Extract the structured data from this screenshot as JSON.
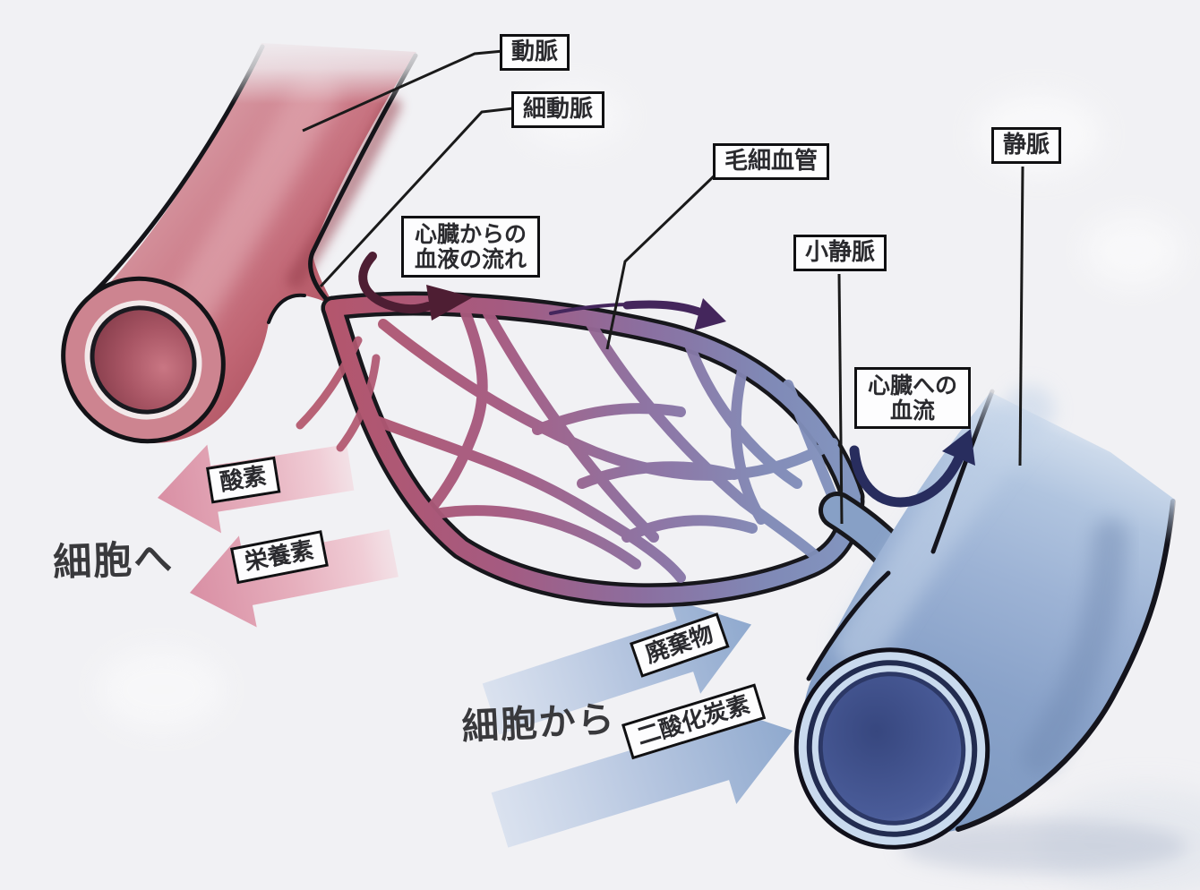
{
  "diagram": {
    "vessel_labels": {
      "artery": "動脈",
      "arteriole": "細動脈",
      "capillary": "毛細血管",
      "venule": "小静脈",
      "vein": "静脈"
    },
    "flow_labels": {
      "from_heart": {
        "line1": "心臓からの",
        "line2": "血液の流れ"
      },
      "to_heart": {
        "line1": "心臓への",
        "line2": "血流"
      }
    },
    "exchange_labels": {
      "to_cells": "細胞へ",
      "from_cells": "細胞から",
      "oxygen": "酸素",
      "nutrients": "栄養素",
      "waste": "廃棄物",
      "carbon_dioxide": "二酸化炭素"
    },
    "colors": {
      "background": "#f1f1f4",
      "artery": "#c6707d",
      "vein": "#8ba5c7",
      "capillary_red": "#b4566c",
      "capillary_purple": "#8b6fa0",
      "capillary_blue": "#8399c2",
      "flow_arrow_dark_red": "#4e1e33",
      "flow_arrow_dark_purple": "#44265c",
      "flow_arrow_navy": "#282d5e",
      "exchange_arrow_pink": "#dd9aac",
      "exchange_arrow_blue": "#a7bcd9"
    }
  }
}
